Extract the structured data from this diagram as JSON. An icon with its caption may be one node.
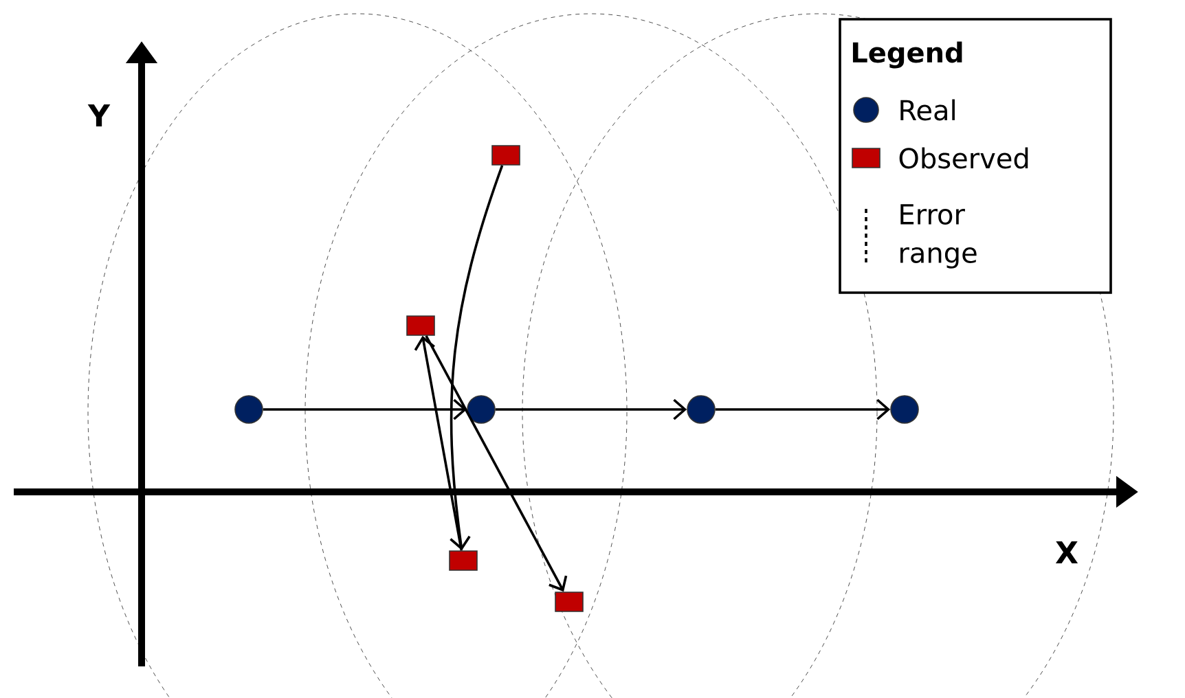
{
  "diagram": {
    "nodes": [
      {
        "text": [],
        "shape": "circle"
      },
      {
        "text": [],
        "shape": "circle"
      },
      {
        "text": [],
        "shape": "circle"
      },
      {
        "text": [],
        "shape": "circle"
      },
      {
        "text": [],
        "shape": "box"
      },
      {
        "text": [],
        "shape": "box"
      },
      {
        "text": [],
        "shape": "box"
      },
      {
        "text": [],
        "shape": "box"
      }
    ],
    "edges": [
      {
        "from": 0,
        "to": 1,
        "arrow": "to"
      },
      {
        "from": 1,
        "to": 2,
        "arrow": "to"
      },
      {
        "from": 2,
        "to": 3,
        "arrow": "to"
      },
      {
        "from": 4,
        "to": 6,
        "arrow": "to"
      },
      {
        "from": 6,
        "to": 5,
        "arrow": "to"
      },
      {
        "from": 5,
        "to": 7,
        "arrow": "to"
      }
    ],
    "labels": [
      "Y",
      "X",
      "Legend"
    ],
    "legend": [
      {
        "text": "Real"
      },
      {
        "text": "Observed"
      },
      {
        "text": "Error range"
      }
    ]
  }
}
